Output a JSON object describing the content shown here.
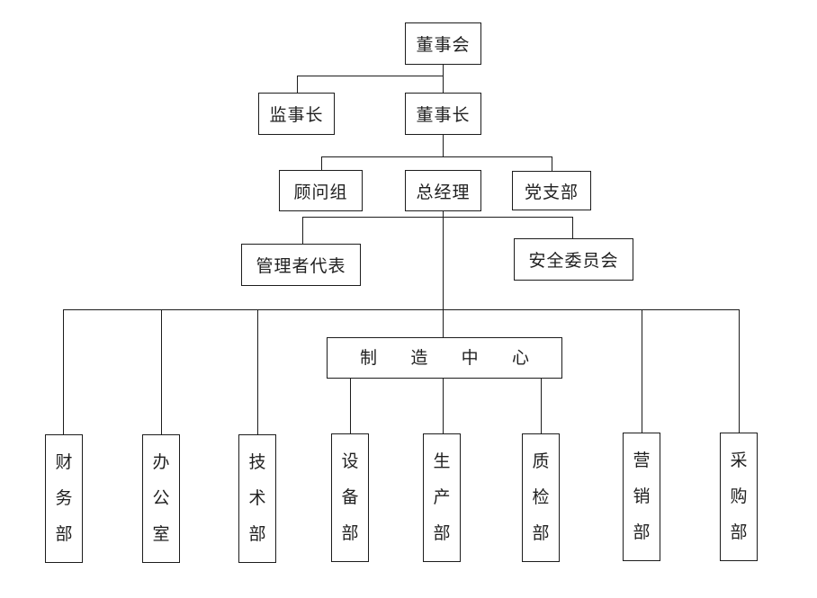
{
  "colors": {
    "line": "#1c1c1c",
    "text": "#1f1f1f",
    "background": "#ffffff"
  },
  "nodes": {
    "board": "董事会",
    "supervisor": "监事长",
    "chairman": "董事长",
    "advisory_group": "顾问组",
    "general_manager": "总经理",
    "party_branch": "党支部",
    "management_representative": "管理者代表",
    "safety_committee": "安全委员会",
    "manufacturing_center": "制造中心",
    "departments": [
      "财务部",
      "办公室",
      "技术部",
      "设备部",
      "生产部",
      "质检部",
      "营销部",
      "采购部"
    ]
  }
}
